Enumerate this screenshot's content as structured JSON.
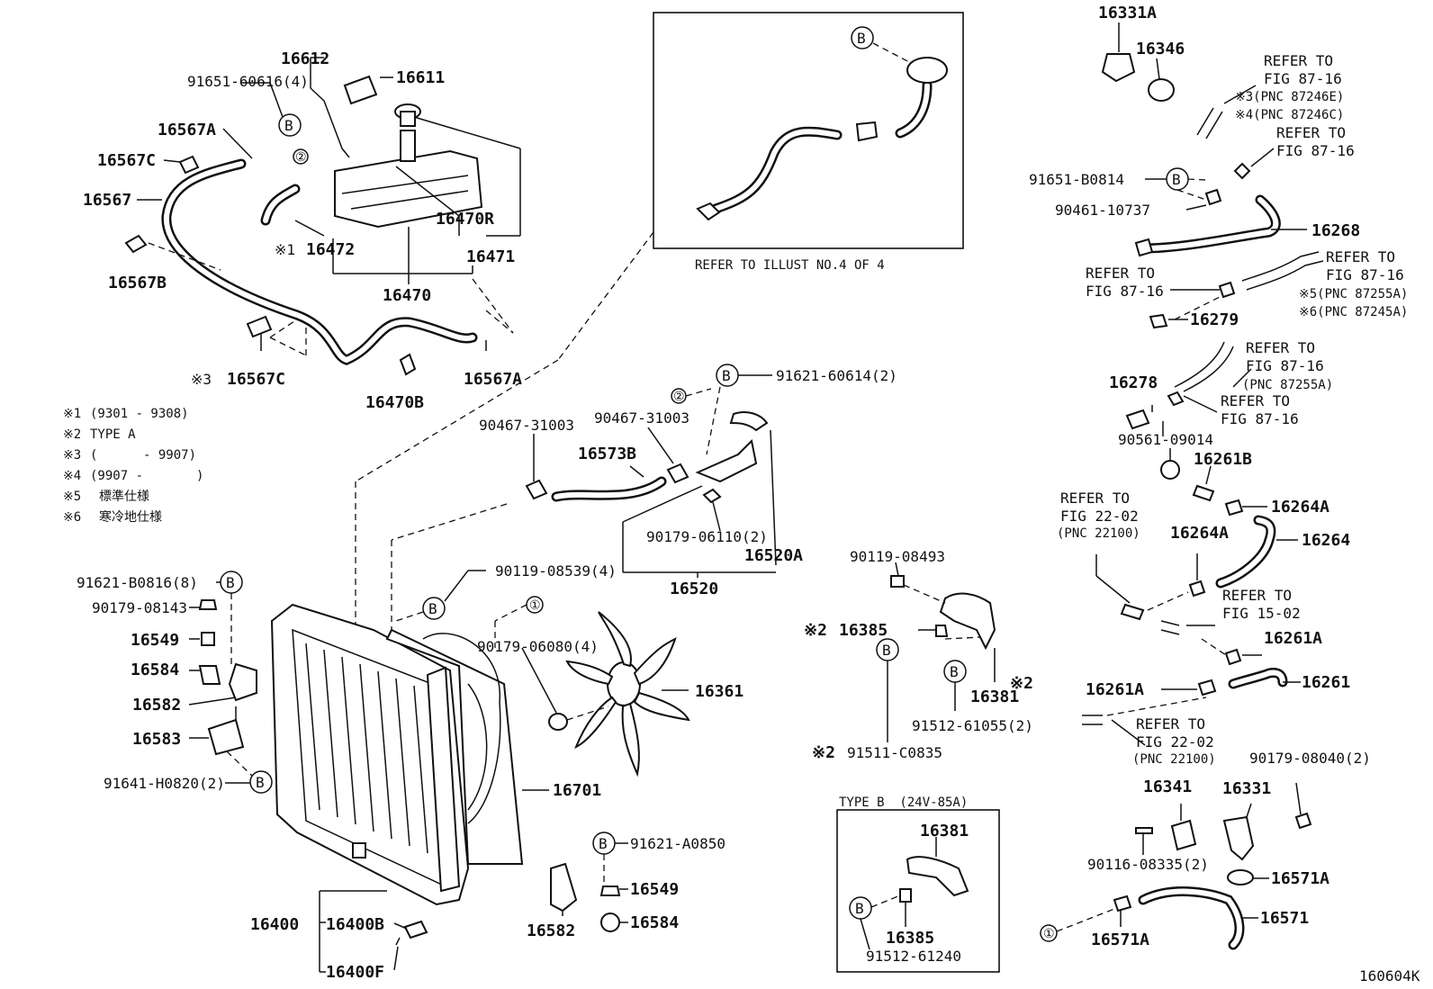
{
  "top_left": {
    "p16612": "16612",
    "p16611": "16611",
    "p91651_60616": "91651-60616(4)",
    "p16567A_top": "16567A",
    "p16567C_top": "16567C",
    "p16567": "16567",
    "p16567B": "16567B",
    "p16472": "16472",
    "mark_16472": "※1",
    "p16470R": "16470R",
    "p16471": "16471",
    "p16470": "16470",
    "p16567C_bot": "16567C",
    "mark_16567C": "※3",
    "p16470B": "16470B",
    "p16567A_bot": "16567A"
  },
  "notes": [
    {
      "label": "※1",
      "text": "(9301 - 9308)"
    },
    {
      "label": "※2",
      "text": "TYPE A"
    },
    {
      "label": "※3",
      "text": "(      - 9907)"
    },
    {
      "label": "※4",
      "text": "(9907 -       )"
    },
    {
      "label": "※5",
      "text": "標準仕様"
    },
    {
      "label": "※6",
      "text": "寒冷地仕様"
    }
  ],
  "inset": {
    "caption": "REFER TO ILLUST NO.4 OF 4"
  },
  "center": {
    "p91621_60614": "91621-60614(2)",
    "p90467_a": "90467-31003",
    "p90467_b": "90467-31003",
    "p16573B": "16573B",
    "p90179_06110": "90179-06110(2)",
    "p16520A": "16520A",
    "p16520": "16520",
    "p90119_08539": "90119-08539(4)",
    "p90179_06080": "90179-06080(4)",
    "p16361": "16361",
    "p16701": "16701",
    "p16400": "16400",
    "p16400B": "16400B",
    "p16400F": "16400F",
    "p91621_A0850": "91621-A0850",
    "p16549_b": "16549",
    "p16584_b": "16584",
    "p16582_b": "16582"
  },
  "left_mount": {
    "p91621_B0816": "91621-B0816(8)",
    "p90179_08143": "90179-08143",
    "p16549": "16549",
    "p16584": "16584",
    "p16582": "16582",
    "p16583": "16583",
    "p91641_H0820": "91641-H0820(2)"
  },
  "bracket": {
    "p90119_08493": "90119-08493",
    "p16385": "16385",
    "mark_16385": "※2",
    "p16381": "16381",
    "mark_16381": "※2",
    "p91512_61055": "91512-61055(2)",
    "p91511_C0835": "91511-C0835",
    "mark_91511": "※2"
  },
  "typeb": {
    "title": "TYPE B  (24V-85A)",
    "p16381": "16381",
    "p16385": "16385",
    "p91512_61240": "91512-61240"
  },
  "right": {
    "p16331A": "16331A",
    "p16346": "16346",
    "ref1": [
      "REFER TO",
      "FIG 87-16",
      "※3(PNC 87246E)",
      "※4(PNC 87246C)"
    ],
    "ref2": [
      "REFER TO",
      "FIG 87-16"
    ],
    "p91651_B0814": "91651-B0814",
    "p90461_10737": "90461-10737",
    "p16268": "16268",
    "ref3": [
      "REFER TO",
      "FIG 87-16"
    ],
    "ref4": [
      "REFER TO",
      "FIG 87-16",
      "※5(PNC 87255A)",
      "※6(PNC 87245A)"
    ],
    "p16279": "16279",
    "ref5": [
      "REFER TO",
      "FIG 87-16",
      "(PNC 87255A)"
    ],
    "p16278": "16278",
    "ref6": [
      "REFER TO",
      "FIG 87-16"
    ],
    "p90561_09014": "90561-09014",
    "p16261B": "16261B",
    "p16264A_a": "16264A",
    "ref7": [
      "REFER TO",
      "FIG 22-02",
      "(PNC 22100)"
    ],
    "p16264A_b": "16264A",
    "p16264": "16264",
    "ref8": [
      "REFER TO",
      "FIG 15-02"
    ],
    "p16261A_a": "16261A",
    "p16261A_b": "16261A",
    "p16261": "16261",
    "ref9": [
      "REFER TO",
      "FIG 22-02",
      "(PNC 22100)"
    ],
    "p90179_08040": "90179-08040(2)",
    "p16341": "16341",
    "p16331": "16331",
    "p90116_08335": "90116-08335(2)",
    "p16571A_a": "16571A",
    "p16571": "16571",
    "p16571A_b": "16571A"
  },
  "markers": {
    "b": "B",
    "one": "①",
    "two": "②"
  },
  "figure_code": "160604K"
}
